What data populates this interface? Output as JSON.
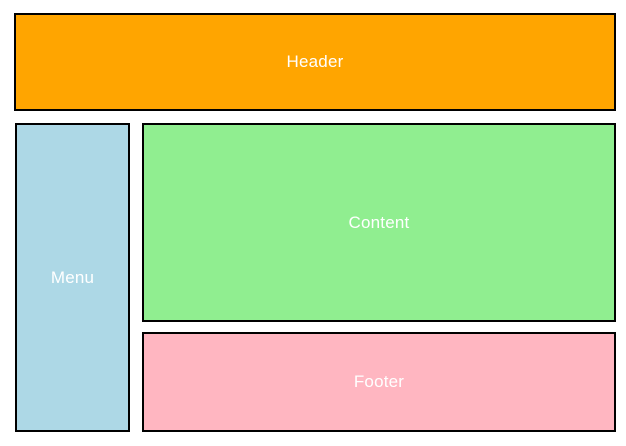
{
  "page": {
    "background_color": "#ffffff",
    "box_border_color": "#000000",
    "label_text_color": "#ffffff"
  },
  "regions": {
    "header": {
      "label": "Header",
      "color": "#ffa500"
    },
    "menu": {
      "label": "Menu",
      "color": "#add8e6"
    },
    "content": {
      "label": "Content",
      "color": "#90ee90"
    },
    "footer": {
      "label": "Footer",
      "color": "#ffb6c1"
    }
  }
}
